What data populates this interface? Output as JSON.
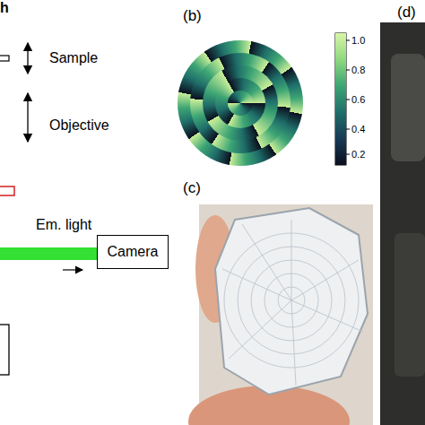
{
  "diagram": {
    "nodes": [
      {
        "text": [
          "Camera"
        ]
      }
    ],
    "labels": [
      "h",
      "Sample",
      "Objective",
      "Em. light",
      "(b)",
      "(c)",
      "(d)",
      "1.0",
      "0.8",
      "0.6",
      "0.4",
      "0.2"
    ]
  }
}
